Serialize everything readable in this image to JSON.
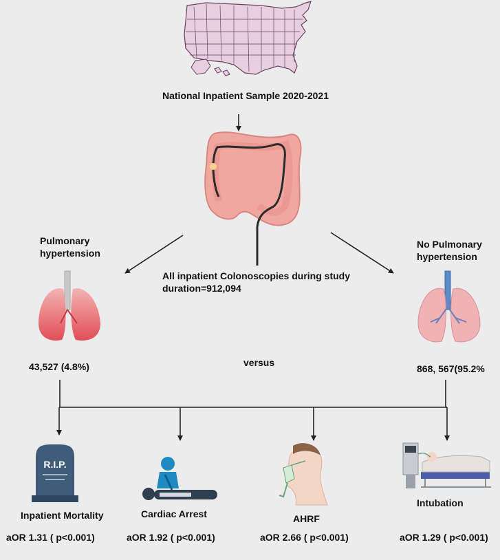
{
  "source_label": "National Inpatient Sample 2020-2021",
  "total_label": "All inpatient Colonoscopies during study duration=912,094",
  "comparison_label": "versus",
  "groups": {
    "ph": {
      "title": "Pulmonary hypertension",
      "count": "43,527 (4.8%)"
    },
    "no_ph": {
      "title": "No Pulmonary hypertension",
      "count": "868, 567(95.2%"
    }
  },
  "outcomes": [
    {
      "name": "Inpatient Mortality",
      "stat": "aOR 1.31 ( p<0.001)"
    },
    {
      "name": "Cardiac Arrest",
      "stat": "aOR 1.92 ( p<0.001)"
    },
    {
      "name": "AHRF",
      "stat": "aOR 2.66 ( p<0.001)"
    },
    {
      "name": "Intubation",
      "stat": "aOR 1.29 ( p<0.001)"
    }
  ],
  "tombstone_text": "R.I.P.",
  "colors": {
    "arrow": "#222222",
    "map_fill": "#e7cfe0",
    "map_stroke": "#6b3f63",
    "colon": "#f0a7a0",
    "lung_ph": "#e45c62",
    "lung_normal": "#f0b2b5",
    "trachea_ph": "#c9c9c9",
    "trachea_normal": "#5d89c7",
    "tombstone": "#3f5d78",
    "cpr_blue": "#1f8ac2",
    "person_dark": "#2e3f50"
  }
}
